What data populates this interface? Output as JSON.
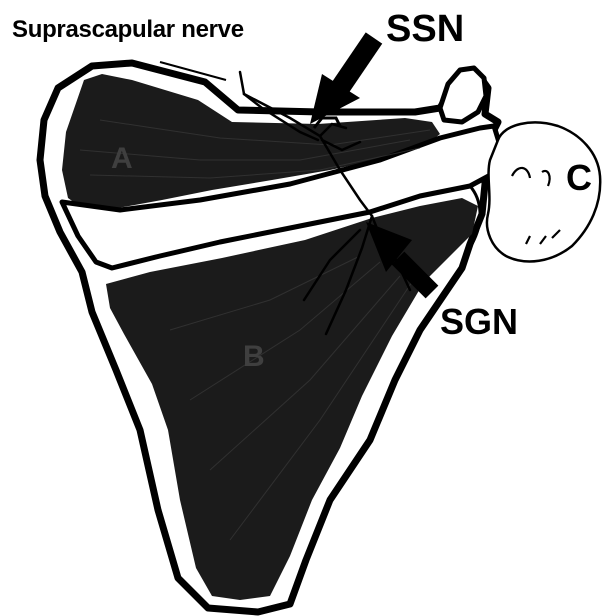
{
  "labels": {
    "nerve": "Suprascapular nerve",
    "ssn": "SSN",
    "sgn": "SGN",
    "c": "C",
    "a": "A",
    "b": "B"
  },
  "colors": {
    "muscle": "#1b1b1b",
    "bone": "#ffffff",
    "outline": "#000000",
    "nerve": "#000000"
  }
}
